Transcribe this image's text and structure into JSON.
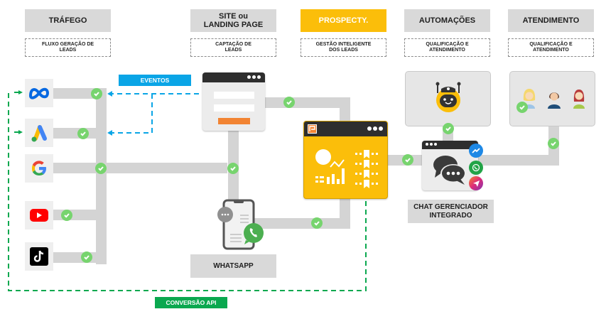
{
  "columns": [
    {
      "title": "TRÁFEGO",
      "subtitle": "FLUXO GERAÇÃO DE LEADS"
    },
    {
      "title": "SITE ou LANDING PAGE",
      "subtitle": "CAPTAÇÃO DE LEADS"
    },
    {
      "title": "PROSPECTY.",
      "subtitle": "GESTÃO INTELIGENTE DOS LEADS"
    },
    {
      "title": "AUTOMAÇÕES",
      "subtitle": "QUALIFICAÇÃO E ATENDIMENTO"
    },
    {
      "title": "ATENDIMENTO",
      "subtitle": "QUALIFICAÇÃO E ATENDIMENTO"
    }
  ],
  "traffic_sources": [
    {
      "name": "Meta",
      "icon": "meta-icon"
    },
    {
      "name": "Google Ads",
      "icon": "google-ads-icon"
    },
    {
      "name": "Google",
      "icon": "google-icon"
    },
    {
      "name": "YouTube",
      "icon": "youtube-icon"
    },
    {
      "name": "TikTok",
      "icon": "tiktok-icon"
    }
  ],
  "tags": {
    "eventos": "EVENTOS",
    "conversao_api": "CONVERSÃO API"
  },
  "captions": {
    "whatsapp": "WHATSAPP",
    "chat": "CHAT GERENCIADOR INTEGRADO"
  },
  "colors": {
    "accent_yellow": "#fbbe0a",
    "eventos_blue": "#0aa5e6",
    "conversao_green": "#0aa84f",
    "check_green": "#77d46e",
    "pipe_gray": "#d4d4d4",
    "header_gray": "#d9d9d9"
  }
}
